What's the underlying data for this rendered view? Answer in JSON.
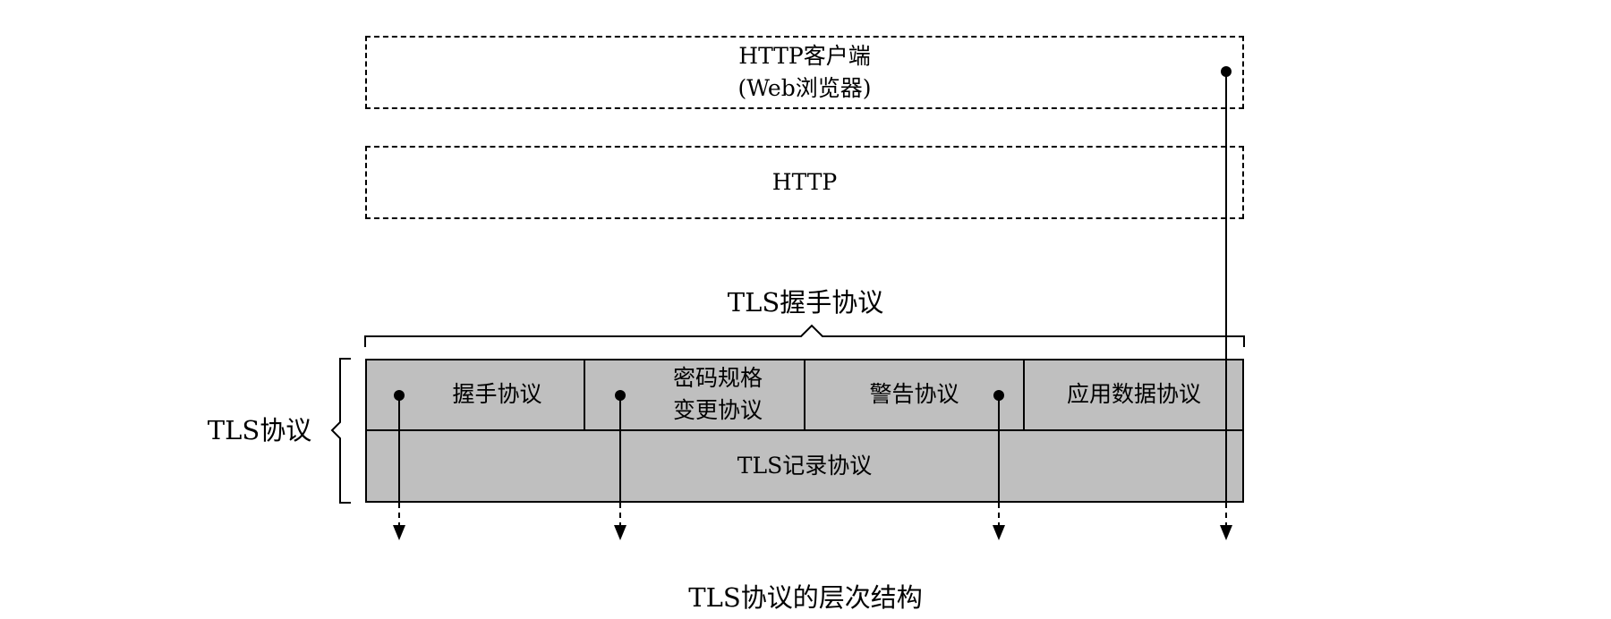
{
  "client": {
    "line1": "HTTP客户端",
    "line2": "(Web浏览器)"
  },
  "http": {
    "label": "HTTP"
  },
  "handshake_group": {
    "label": "TLS握手协议"
  },
  "protocols": [
    {
      "line1": "握手协议",
      "line2": ""
    },
    {
      "line1": "密码规格",
      "line2": "变更协议"
    },
    {
      "line1": "警告协议",
      "line2": ""
    },
    {
      "line1": "应用数据协议",
      "line2": ""
    }
  ],
  "record": {
    "label": "TLS记录协议"
  },
  "tls": {
    "label": "TLS协议"
  },
  "caption": "TLS协议的层次结构"
}
